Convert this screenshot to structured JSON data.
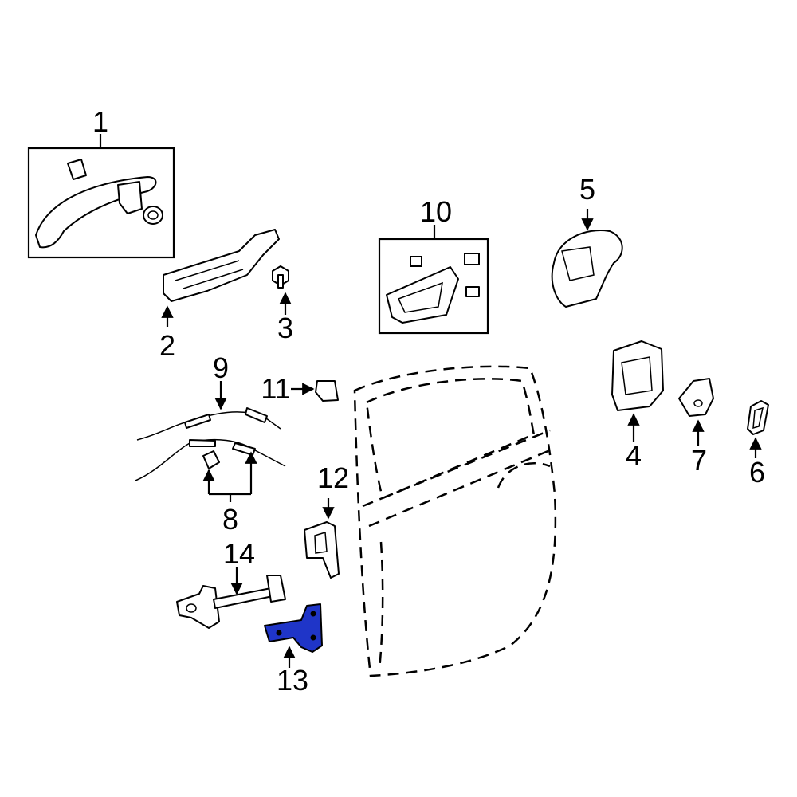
{
  "diagram": {
    "callouts": {
      "c1": "1",
      "c2": "2",
      "c3": "3",
      "c4": "4",
      "c5": "5",
      "c6": "6",
      "c7": "7",
      "c8": "8",
      "c9": "9",
      "c10": "10",
      "c11": "11",
      "c12": "12",
      "c13": "13",
      "c14": "14"
    },
    "highlight_color": "#1f35c8",
    "line_color": "#000000"
  }
}
